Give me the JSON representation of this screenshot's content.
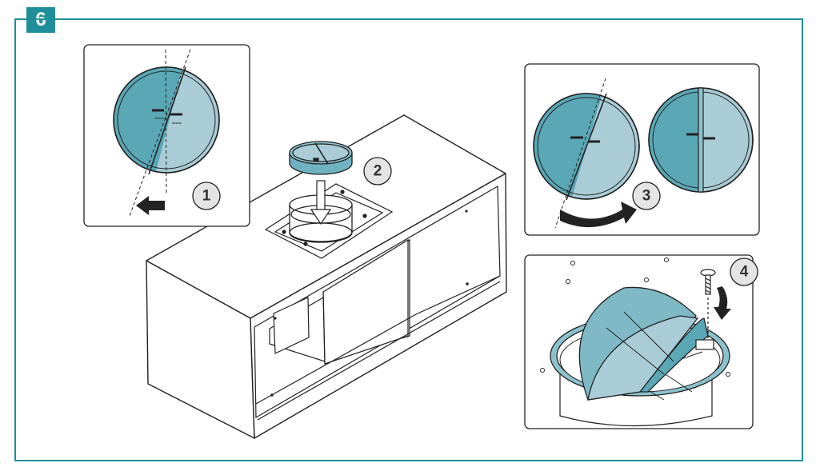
{
  "step": {
    "number": "6"
  },
  "callouts": {
    "one": "1",
    "two": "2",
    "three": "3",
    "four": "4"
  },
  "colors": {
    "frame": "#1f8f99",
    "flap_dark": "#5aa7b6",
    "flap_light": "#a9ccd6",
    "line": "#222222",
    "badge_fill": "#e4e4e4"
  },
  "icons": [
    "rotate-arrow-icon",
    "left-arrow-icon",
    "down-arrow-icon",
    "screw-icon"
  ]
}
